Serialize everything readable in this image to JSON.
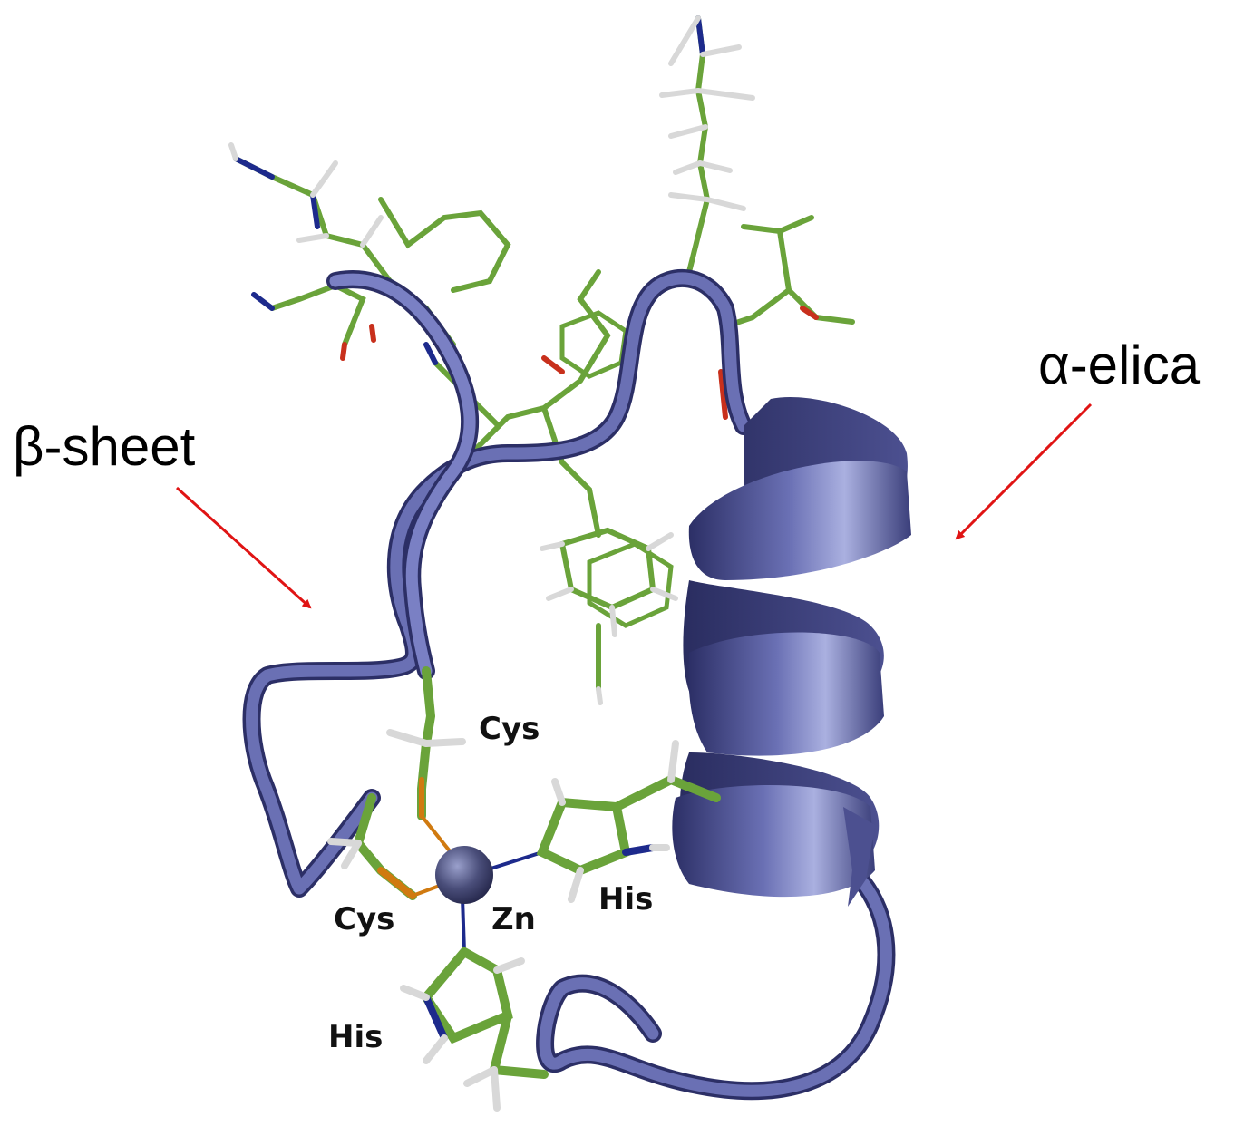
{
  "labels": {
    "beta_sheet": "β-sheet",
    "alpha_helix": "α-elica",
    "cys_top": "Cys",
    "cys_left": "Cys",
    "zn": "Zn",
    "his_right": "His",
    "his_bottom": "His"
  },
  "colors": {
    "ribbon": "#5a5f9e",
    "ribbon_light": "#9aa0d4",
    "ribbon_dark": "#2c2f66",
    "carbon": "#6aa33a",
    "nitrogen": "#1d2a8c",
    "oxygen": "#c8301c",
    "sulfur": "#d07a10",
    "hydrogen": "#d8d8d8",
    "zinc": "#4a4e7a",
    "arrow": "#e01414"
  }
}
